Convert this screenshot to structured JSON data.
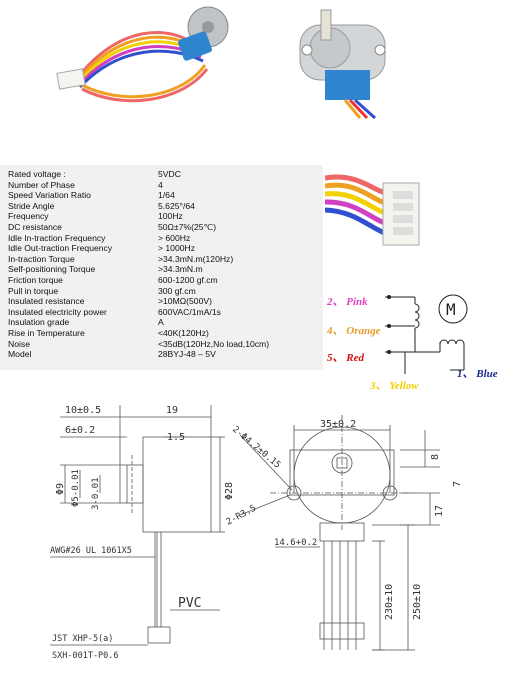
{
  "specs": [
    {
      "label": "Rated voltage  :",
      "value": "5VDC"
    },
    {
      "label": "Number of Phase",
      "value": "4"
    },
    {
      "label": "Speed Variation Ratio",
      "value": "1/64"
    },
    {
      "label": "Stride Angle",
      "value": "5.625°/64"
    },
    {
      "label": "Frequency",
      "value": "100Hz"
    },
    {
      "label": "DC resistance",
      "value": "50Ω±7%(25℃)"
    },
    {
      "label": "Idle In-traction Frequency",
      "value": "> 600Hz"
    },
    {
      "label": "Idle Out-traction Frequency",
      "value": "> 1000Hz"
    },
    {
      "label": "In-traction Torque",
      "value": ">34.3mN.m(120Hz)"
    },
    {
      "label": "Self-positioning Torque",
      "value": ">34.3mN.m"
    },
    {
      "label": "Friction torque",
      "value": "600-1200 gf.cm"
    },
    {
      "label": "Pull in torque",
      "value": "300 gf.cm"
    },
    {
      "label": "Insulated resistance",
      "value": ">10MΩ(500V)"
    },
    {
      "label": "Insulated electricity power",
      "value": "600VAC/1mA/1s"
    },
    {
      "label": "Insulation grade",
      "value": "A"
    },
    {
      "label": "Rise in Temperature",
      "value": "<40K(120Hz)"
    },
    {
      "label": "Noise",
      "value": "<35dB(120Hz,No load,10cm)"
    },
    {
      "label": "Model",
      "value": "28BYJ-48 – 5V"
    }
  ],
  "wiring": {
    "pink": "2、 Pink",
    "orange": "4、 Orange",
    "red": "5、 Red",
    "blue": "1、 Blue",
    "yellow": "3、 Yellow",
    "motor_symbol": "M",
    "colors": {
      "pink": "#e040c0",
      "orange": "#e89a30",
      "red": "#d01010",
      "blue": "#1a2a8a",
      "yellow": "#f0d000"
    }
  },
  "drawing": {
    "dim_10": "10±0.5",
    "dim_19": "19",
    "dim_6": "6±0.2",
    "dim_1_5": "1.5",
    "dim_phi9": "Φ9",
    "dim_phi5": "Φ5-0.01",
    "dim_3": "3-0.01",
    "dim_phi28": "Φ28",
    "awg": "AWG#26 UL 1061X5",
    "pvc": "PVC",
    "jst": "JST XHP-5(a)",
    "sxh": "SXH-001T-P0.6",
    "dim_35": "35±0.2",
    "dim_holes": "2-Φ4.2±0.15",
    "dim_r35": "2-R3.5",
    "dim_8": "8",
    "dim_7": "7",
    "dim_17": "17",
    "dim_14_6": "14.6+0.2",
    "dim_230": "230±10",
    "dim_250": "250±10"
  }
}
